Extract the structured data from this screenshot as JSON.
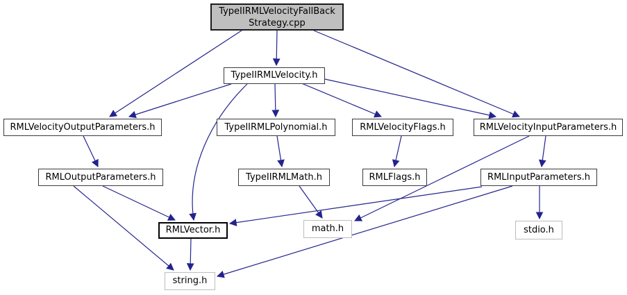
{
  "diagram": {
    "type": "doxygen-include-dependency-graph",
    "root_file": "TypeIIRMLVelocityFallBackStrategy.cpp"
  },
  "colors": {
    "edge": "#23238e",
    "root_fill": "#bfbfbf",
    "node_fill": "#ffffff",
    "node_border": "#3a3a3a",
    "external_border": "#bdbdbd",
    "focus_border": "#000000",
    "text": "#000000",
    "background": "#ffffff"
  },
  "nodes": [
    {
      "id": "cpp",
      "label": "TypeIIRMLVelocityFallBackStrategy.cpp",
      "lines": [
        "TypeIIRMLVelocityFallBack",
        "Strategy.cpp"
      ],
      "kind": "root"
    },
    {
      "id": "velocity",
      "label": "TypeIIRMLVelocity.h",
      "kind": "internal"
    },
    {
      "id": "vop",
      "label": "RMLVelocityOutputParameters.h",
      "kind": "internal"
    },
    {
      "id": "poly",
      "label": "TypeIIRMLPolynomial.h",
      "kind": "internal"
    },
    {
      "id": "vflags",
      "label": "RMLVelocityFlags.h",
      "kind": "internal"
    },
    {
      "id": "vip",
      "label": "RMLVelocityInputParameters.h",
      "kind": "internal"
    },
    {
      "id": "op",
      "label": "RMLOutputParameters.h",
      "kind": "internal"
    },
    {
      "id": "tmath",
      "label": "TypeIIRMLMath.h",
      "kind": "internal"
    },
    {
      "id": "flags",
      "label": "RMLFlags.h",
      "kind": "internal"
    },
    {
      "id": "ip",
      "label": "RMLInputParameters.h",
      "kind": "internal"
    },
    {
      "id": "vector",
      "label": "RMLVector.h",
      "kind": "internal-bold"
    },
    {
      "id": "math",
      "label": "math.h",
      "kind": "external"
    },
    {
      "id": "stdio",
      "label": "stdio.h",
      "kind": "external"
    },
    {
      "id": "string",
      "label": "string.h",
      "kind": "external"
    }
  ],
  "edges": [
    {
      "from": "cpp",
      "to": "vop"
    },
    {
      "from": "cpp",
      "to": "velocity"
    },
    {
      "from": "cpp",
      "to": "vip"
    },
    {
      "from": "velocity",
      "to": "vop"
    },
    {
      "from": "velocity",
      "to": "poly"
    },
    {
      "from": "velocity",
      "to": "vflags"
    },
    {
      "from": "velocity",
      "to": "vip"
    },
    {
      "from": "velocity",
      "to": "vector"
    },
    {
      "from": "vop",
      "to": "op"
    },
    {
      "from": "poly",
      "to": "tmath"
    },
    {
      "from": "vflags",
      "to": "flags"
    },
    {
      "from": "vip",
      "to": "ip"
    },
    {
      "from": "vip",
      "to": "math"
    },
    {
      "from": "op",
      "to": "vector"
    },
    {
      "from": "op",
      "to": "string"
    },
    {
      "from": "tmath",
      "to": "math"
    },
    {
      "from": "ip",
      "to": "vector"
    },
    {
      "from": "ip",
      "to": "string"
    },
    {
      "from": "ip",
      "to": "stdio"
    },
    {
      "from": "vector",
      "to": "string"
    }
  ]
}
